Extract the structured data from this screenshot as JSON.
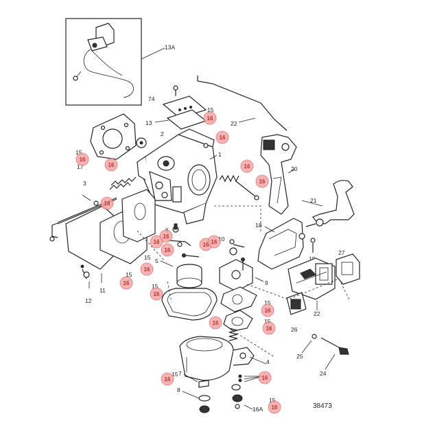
{
  "labels": {
    "p13a": "13A",
    "p74": "74",
    "p13": "13",
    "p15a": "15",
    "p22a": "22",
    "p2": "2",
    "p1": "1",
    "p15b": "15",
    "p17": "17",
    "p3": "3",
    "p20": "20",
    "p21": "21",
    "p18": "18",
    "p19": "19",
    "p27": "27",
    "p6": "6",
    "p10": "10",
    "p5": "5",
    "p9": "9",
    "p12": "12",
    "p11": "11",
    "p15c": "15",
    "p15d": "15",
    "p15e": "15",
    "p15f": "15",
    "p15g": "15",
    "p15h": "15",
    "p15i": "15",
    "p22b": "22",
    "p26": "26",
    "p25": "25",
    "p4": "4",
    "p24": "24",
    "p7": "7",
    "p8": "8",
    "p16a": "16A"
  },
  "highlight_value": "16",
  "figure_number": "38473"
}
